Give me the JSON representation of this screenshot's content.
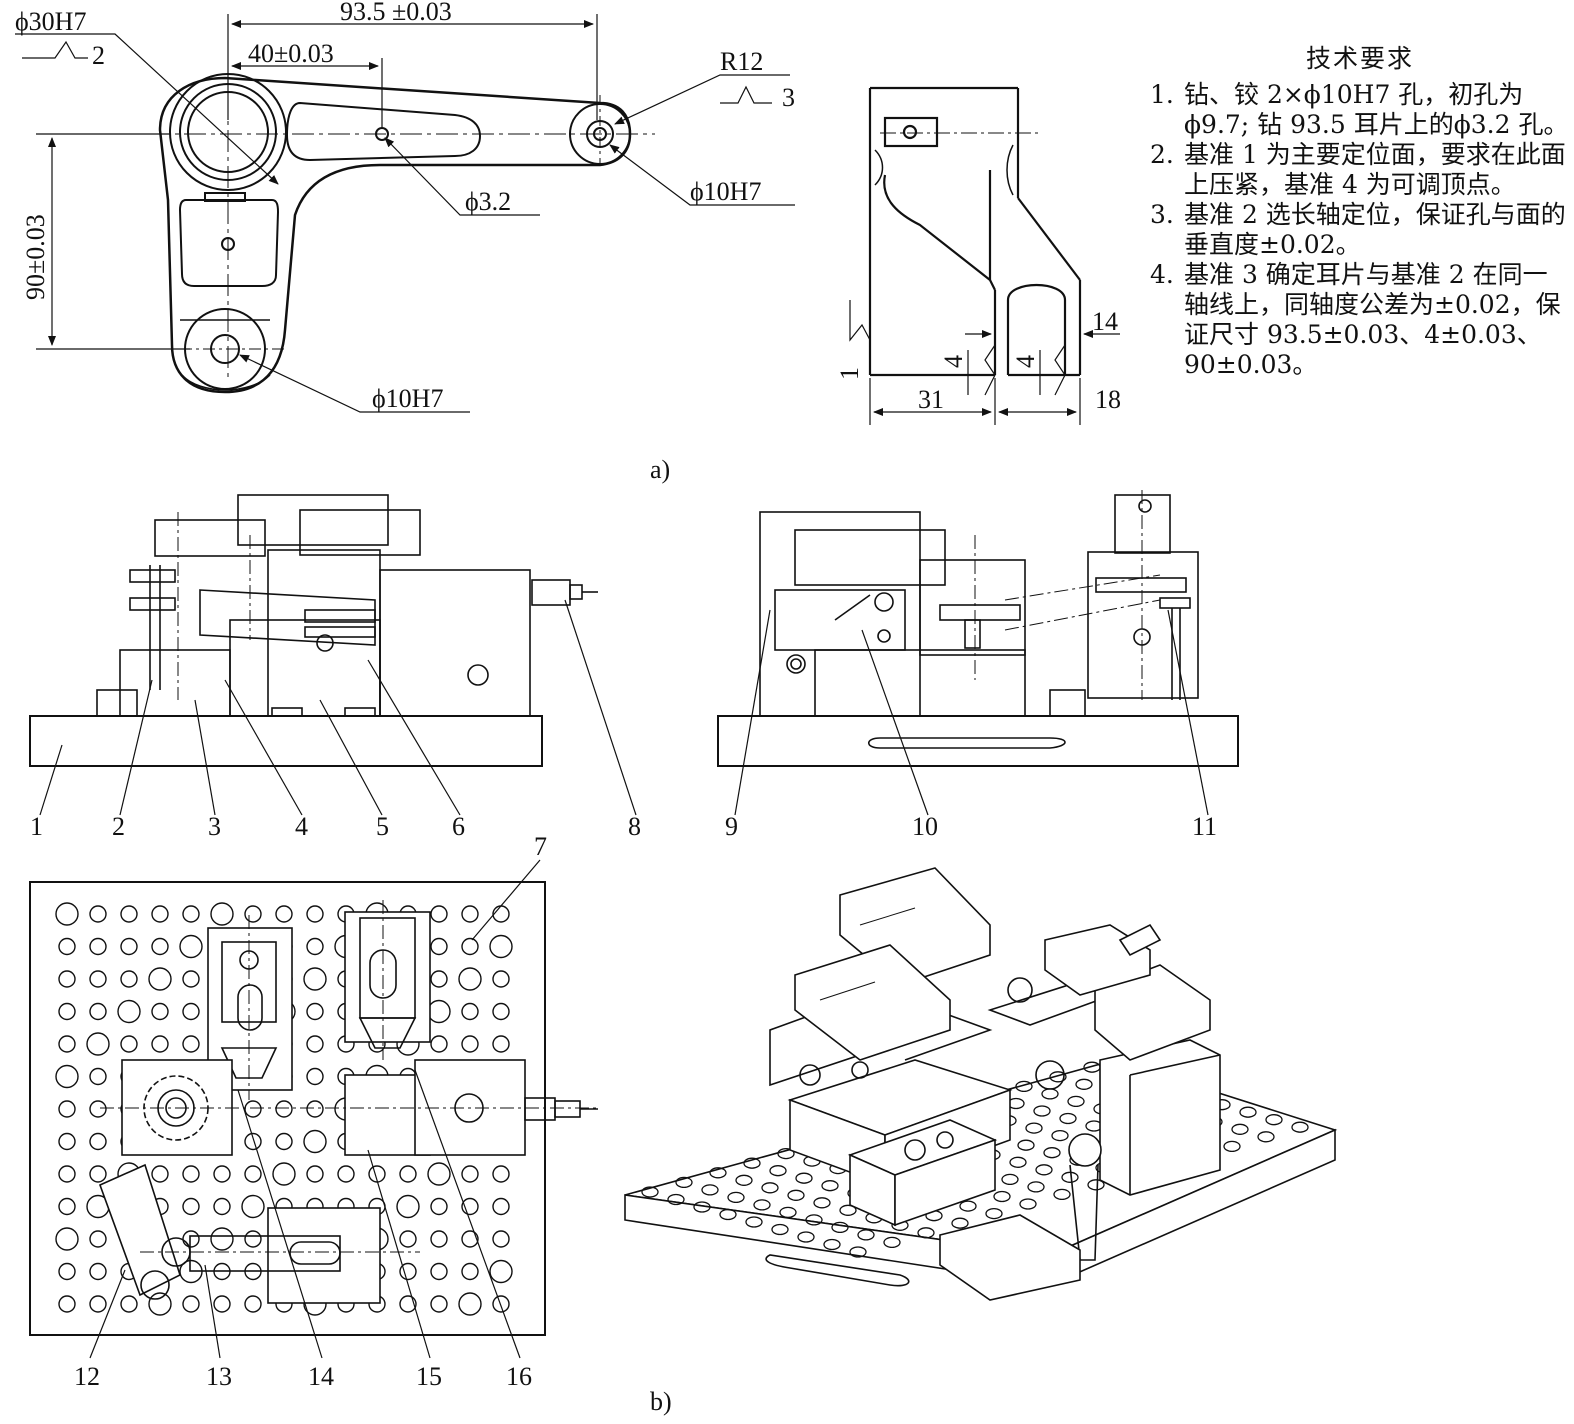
{
  "part_a": {
    "caption": "a)",
    "dims": {
      "bore_top": "ϕ30H7",
      "bore_top_datum": "2",
      "overall_length": "93.5 ±0.03",
      "mid_length": "40±0.03",
      "radius": "R12",
      "radius_datum": "3",
      "vertical": "90±0.03",
      "small_hole": "ϕ3.2",
      "hole_right": "ϕ10H7",
      "hole_bottom": "ϕ10H7",
      "datum_1": "1",
      "width_14": "14",
      "dim_4_left": "4",
      "dim_4_right": "4",
      "dim_31": "31",
      "dim_18": "18"
    }
  },
  "requirements": {
    "title": "技术要求",
    "items": [
      {
        "num": "1.",
        "text": "钻、铰 2×ϕ10H7 孔，初孔为ϕ9.7; 钻 93.5 耳片上的ϕ3.2 孔。"
      },
      {
        "num": "2.",
        "text": "基准 1 为主要定位面，要求在此面上压紧，基准 4 为可调顶点。"
      },
      {
        "num": "3.",
        "text": "基准 2 选长轴定位，保证孔与面的垂直度±0.02。"
      },
      {
        "num": "4.",
        "text": "基准 3 确定耳片与基准 2 在同一轴线上，同轴度公差为±0.02，保证尺寸 93.5±0.03、4±0.03、90±0.03。"
      }
    ]
  },
  "part_b": {
    "caption": "b)",
    "front_labels": [
      "1",
      "2",
      "3",
      "4",
      "5",
      "6",
      "8"
    ],
    "side_labels": [
      "9",
      "10",
      "11"
    ],
    "top_labels": [
      "7",
      "12",
      "13",
      "14",
      "15",
      "16"
    ]
  }
}
